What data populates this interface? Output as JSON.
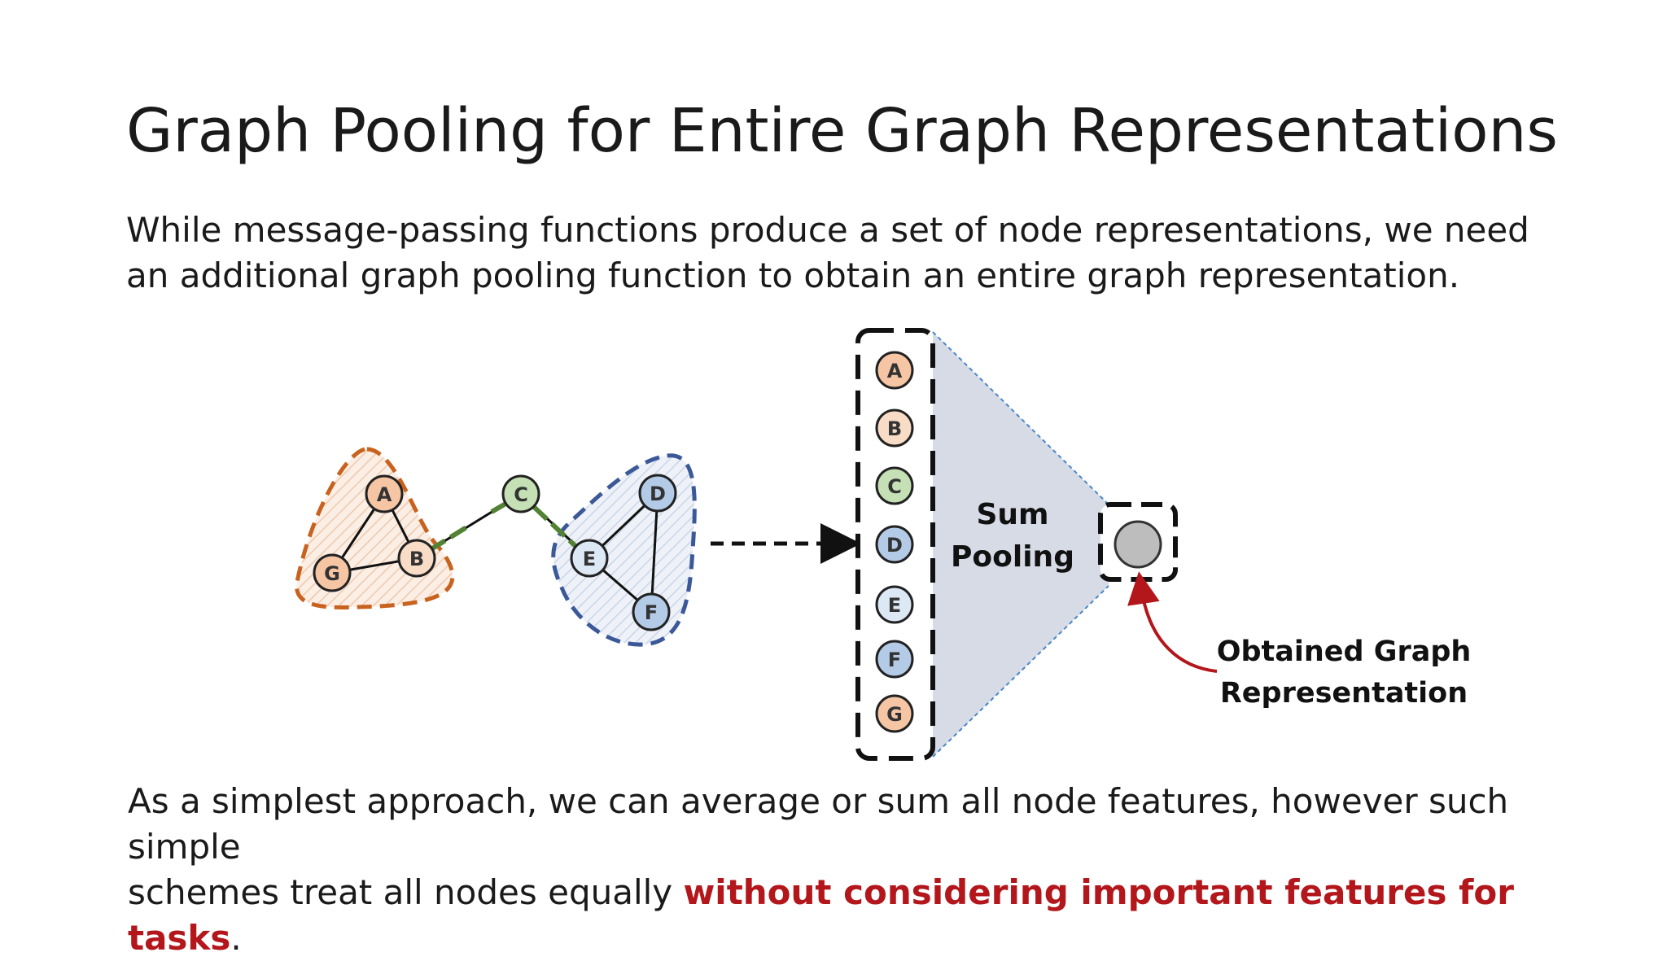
{
  "slide": {
    "title": "Graph Pooling for Entire Graph Representations",
    "intro_line1": "While message-passing functions produce a set of node representations, we need",
    "intro_line2": "an additional graph pooling function to obtain an entire graph representation.",
    "outro_line1": "As a simplest approach, we can average or sum all node features, however such simple",
    "outro_line2_plain": "schemes treat all nodes equally ",
    "outro_line2_emph": "without considering important features for tasks",
    "outro_line2_end": "."
  },
  "diagram": {
    "graph_nodes": [
      "A",
      "B",
      "C",
      "D",
      "E",
      "F",
      "G"
    ],
    "stack_nodes": [
      "A",
      "B",
      "C",
      "D",
      "E",
      "F",
      "G"
    ],
    "pool_label_line1": "Sum",
    "pool_label_line2": "Pooling",
    "output_label_line1": "Obtained Graph",
    "output_label_line2": "Representation"
  },
  "colors": {
    "orange_node": "#f6c6a4",
    "orange_border": "#c8621f",
    "green_node": "#c5e0b4",
    "green_edge": "#548235",
    "blue_node": "#b4cbe8",
    "blue_light_node": "#dde8f5",
    "blue_border": "#3b5998",
    "pool_fill": "#d6dbe6",
    "emphasis": "#b3161b",
    "arrow_red": "#b3161b"
  }
}
